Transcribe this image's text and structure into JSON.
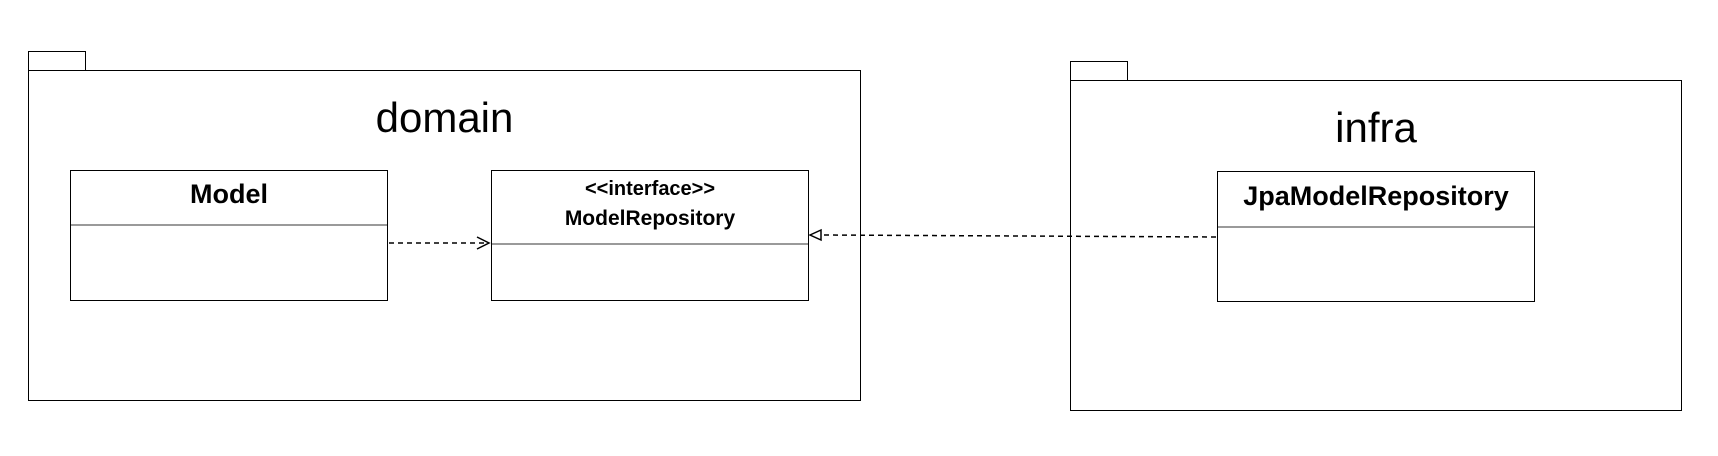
{
  "packages": {
    "domain": {
      "name": "domain"
    },
    "infra": {
      "name": "infra"
    }
  },
  "classes": {
    "model": {
      "name": "Model"
    },
    "model_repository": {
      "stereotype": "<<interface>>",
      "name": "ModelRepository"
    },
    "jpa_model_repository": {
      "name": "JpaModelRepository"
    }
  },
  "relationships": [
    {
      "from": "Model",
      "to": "ModelRepository",
      "kind": "dependency",
      "line": "dashed",
      "arrowhead": "open"
    },
    {
      "from": "JpaModelRepository",
      "to": "ModelRepository",
      "kind": "realization",
      "line": "dashed",
      "arrowhead": "hollow-triangle"
    }
  ],
  "colors": {
    "stroke": "#000000",
    "divider": "#9a9a9a",
    "background": "#ffffff"
  }
}
